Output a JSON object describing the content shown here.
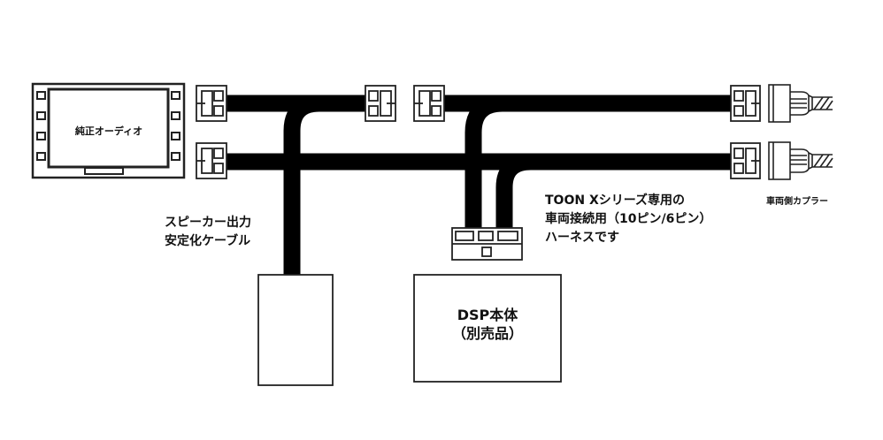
{
  "labels": {
    "head_unit": "純正オーディオ",
    "speaker_cable_line1": "スピーカー出力",
    "speaker_cable_line2": "安定化ケーブル",
    "harness_line1": "TOON Xシリーズ専用の",
    "harness_line2": "車両接続用（10ピン/6ピン）",
    "harness_line3": "ハーネスです",
    "vehicle_coupler": "車両側カプラー",
    "dsp_line1": "DSP本体",
    "dsp_line2": "（別売品）"
  },
  "colors": {
    "cable": "#000000",
    "outline": "#222222",
    "background": "#ffffff"
  }
}
